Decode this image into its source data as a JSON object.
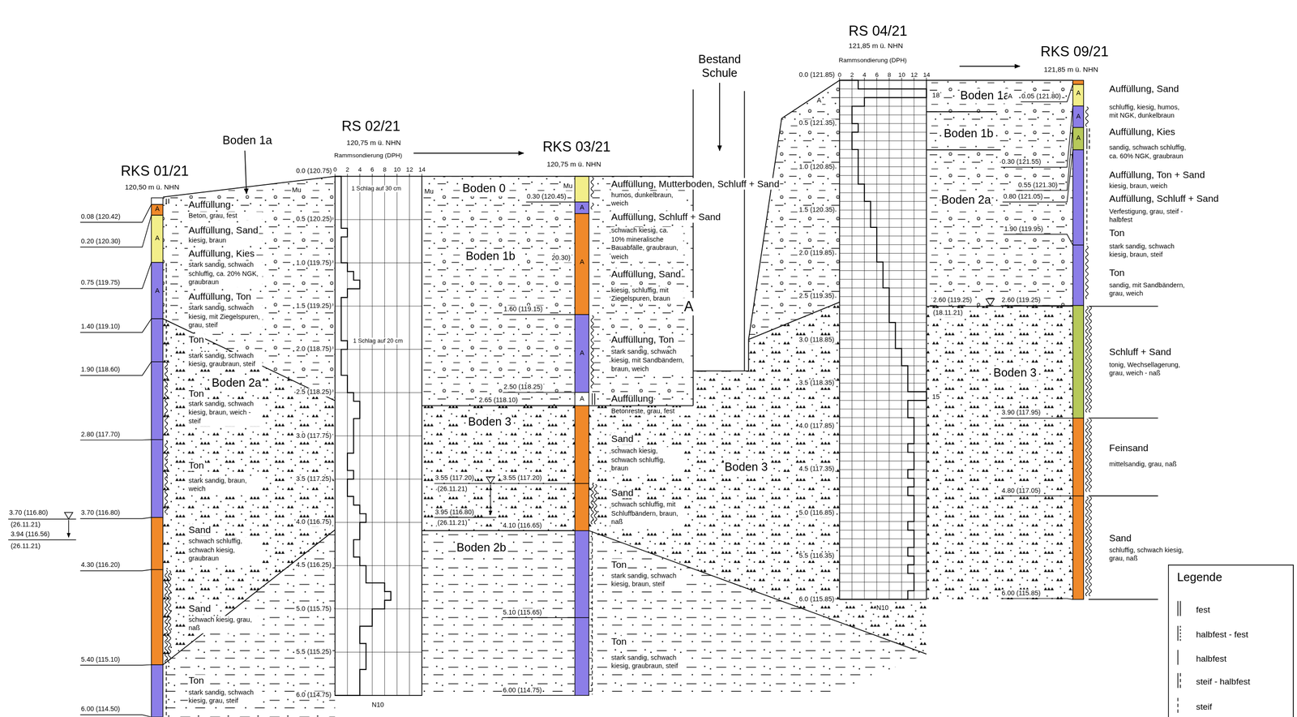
{
  "diagram": {
    "nodes": [
      {
        "text": [
          "Legende"
        ]
      }
    ],
    "labels": [
      "RKS 01/21",
      "120,50 m ü. NHN",
      "Boden 1a",
      "RS 02/21",
      "120,75 m ü. NHN",
      "Rammsondierung (DPH)",
      "RKS 03/21",
      "120,75 m ü. NHN",
      "Bestand Schule",
      "RS 04/21",
      "121,85 m ü. NHN",
      "Rammsondierung (DPH)",
      "RKS 09/21",
      "121,85 m ü. NHN",
      "0",
      "2",
      "4",
      "6",
      "8",
      "10",
      "12",
      "14",
      "0",
      "2",
      "4",
      "6",
      "8",
      "10",
      "12",
      "14",
      "0.0 (120.75)",
      "0.5 (120.25)",
      "1.0 (119.75)",
      "1.5 (119.25)",
      "2.0 (118.75)",
      "2.5 (118.25)",
      "3.0 (117.75)",
      "3.5 (117.25)",
      "4.0 (116.75)",
      "4.5 (116.25)",
      "5.0 (115.75)",
      "5.5 (115.25)",
      "6.0 (114.75)",
      "0.0 (121.85)",
      "0.5 (121.35)",
      "1.0 (120.85)",
      "1.5 (120.35)",
      "2.0 (119.85)",
      "2.5 (119.35)",
      "3.0 (118.85)",
      "3.5 (118.35)",
      "4.0 (117.85)",
      "4.5 (117.35)",
      "5.0 (116.85)",
      "5.5 (116.35)",
      "6.0 (115.85)",
      "1 Schlag auf 30 cm",
      "1 Schlag auf 20 cm",
      "N10",
      "N10",
      "18",
      "15",
      "0.08 (120.42)",
      "0.20 (120.30)",
      "0.75 (119.75)",
      "1.40 (119.10)",
      "1.90 (118.60)",
      "2.80 (117.70)",
      "3.70 (116.80)",
      "(26.11.21)",
      "3.94 (116.56)",
      "(26.11.21)",
      "3.70 (116.80)",
      "4.30 (116.20)",
      "5.40 (115.10)",
      "6.00 (114.50)",
      "Auffüllung",
      "Beton, grau, fest",
      "Auffüllung, Sand",
      "kiesig, braun",
      "Auffüllung, Kies",
      "stark sandig, schwach schluffig, ca. 20% NGK, graubraun",
      "Auffüllung, Ton",
      "stark sandig, schwach kiesig, mit Ziegelspuren, grau, steif",
      "Ton",
      "stark sandig, schwach kiesig, graubraun, steif",
      "Ton",
      "stark sandig, schwach kiesig, braun, weich - steif",
      "Ton",
      "stark sandig, braun, weich",
      "Sand",
      "schwach schluffig, schwach kiesig, graubraun",
      "Sand",
      "schwach kiesig, grau, naß",
      "Ton",
      "stark sandig, schwach kiesig, grau, steif",
      "Boden 2a",
      "A",
      "A",
      "A",
      "Mu",
      "0.30 (120.45)",
      "20.30)",
      "1.60 (119.15)",
      "2.50 (118.25)",
      "2.65 (118.10)",
      "3.55 (117.20)",
      "(26.11.21)",
      "3.55 (117.20)",
      "3.95 (116.80)",
      "(26.11.21)",
      "4.10 (116.65)",
      "5.10 (115.65)",
      "6.00 (114.75)",
      "Auffüllung, Mutterboden, Schluff + Sand",
      "humos, dunkelbraun, weich",
      "Auffüllung, Schluff + Sand",
      "schwach kiesig, ca. 10% mineralische Bauabfälle, graubraun, weich",
      "Auffüllung, Sand",
      "kiesig, schluffig, mit Ziegelspuren, braun",
      "Auffüllung, Ton",
      "stark sandig, schwach kiesig, mit Sandbändern, braun, weich",
      "Auffüllung",
      "Betonreste, grau, fest",
      "Sand",
      "schwach kiesig, schwach schluffig, braun",
      "Sand",
      "schwach schluffig, mit Schluffbändern, braun, naß",
      "Ton",
      "stark sandig, schwach kiesig, braun, steif",
      "Ton",
      "stark sandig, schwach kiesig, graubraun, steif",
      "Mu",
      "Mu",
      "Boden 0",
      "Boden 1b",
      "Boden 3",
      "Boden 2b",
      "Boden 3",
      "A",
      "A",
      "A",
      "A",
      "A",
      "A",
      "0.05 (121.80)",
      "0.30 (121.55)",
      "0.55 (121.30)",
      "0.80 (121.05)",
      "1.90 (119.95)",
      "2.60 (119.25)",
      "(18.11.21)",
      "2.60 (119.25)",
      "3.90 (117.95)",
      "4.80 (117.05)",
      "6.00 (115.85)",
      "Auffüllung, Sand",
      "schluffig, kiesig, humos, mit NGK, dunkelbraun",
      "Auffüllung, Kies",
      "sandig, schwach schluffig, ca. 60% NGK, graubraun",
      "Auffüllung, Ton + Sand",
      "kiesig, braun, weich",
      "Auffüllung, Schluff + Sand",
      "Verfestigung, grau, steif - halbfest",
      "Ton",
      "stark sandig, schwach kiesig, braun, steif",
      "Ton",
      "sandig, mit Sandbändern, grau, weich",
      "Schluff + Sand",
      "tonig, Wechsellagerung, grau, weich - naß",
      "Feinsand",
      "mittelsandig, grau, naß",
      "Sand",
      "schluffig, schwach kiesig, grau, naß",
      "Boden 1a",
      "A",
      "Boden 1b",
      "Boden 2a",
      "Boden 3",
      "A",
      "A",
      "A"
    ],
    "legend": [
      {
        "text": "fest"
      },
      {
        "text": "halbfest - fest"
      },
      {
        "text": "halbfest"
      },
      {
        "text": "steif - halbfest"
      },
      {
        "text": "steif"
      }
    ]
  }
}
